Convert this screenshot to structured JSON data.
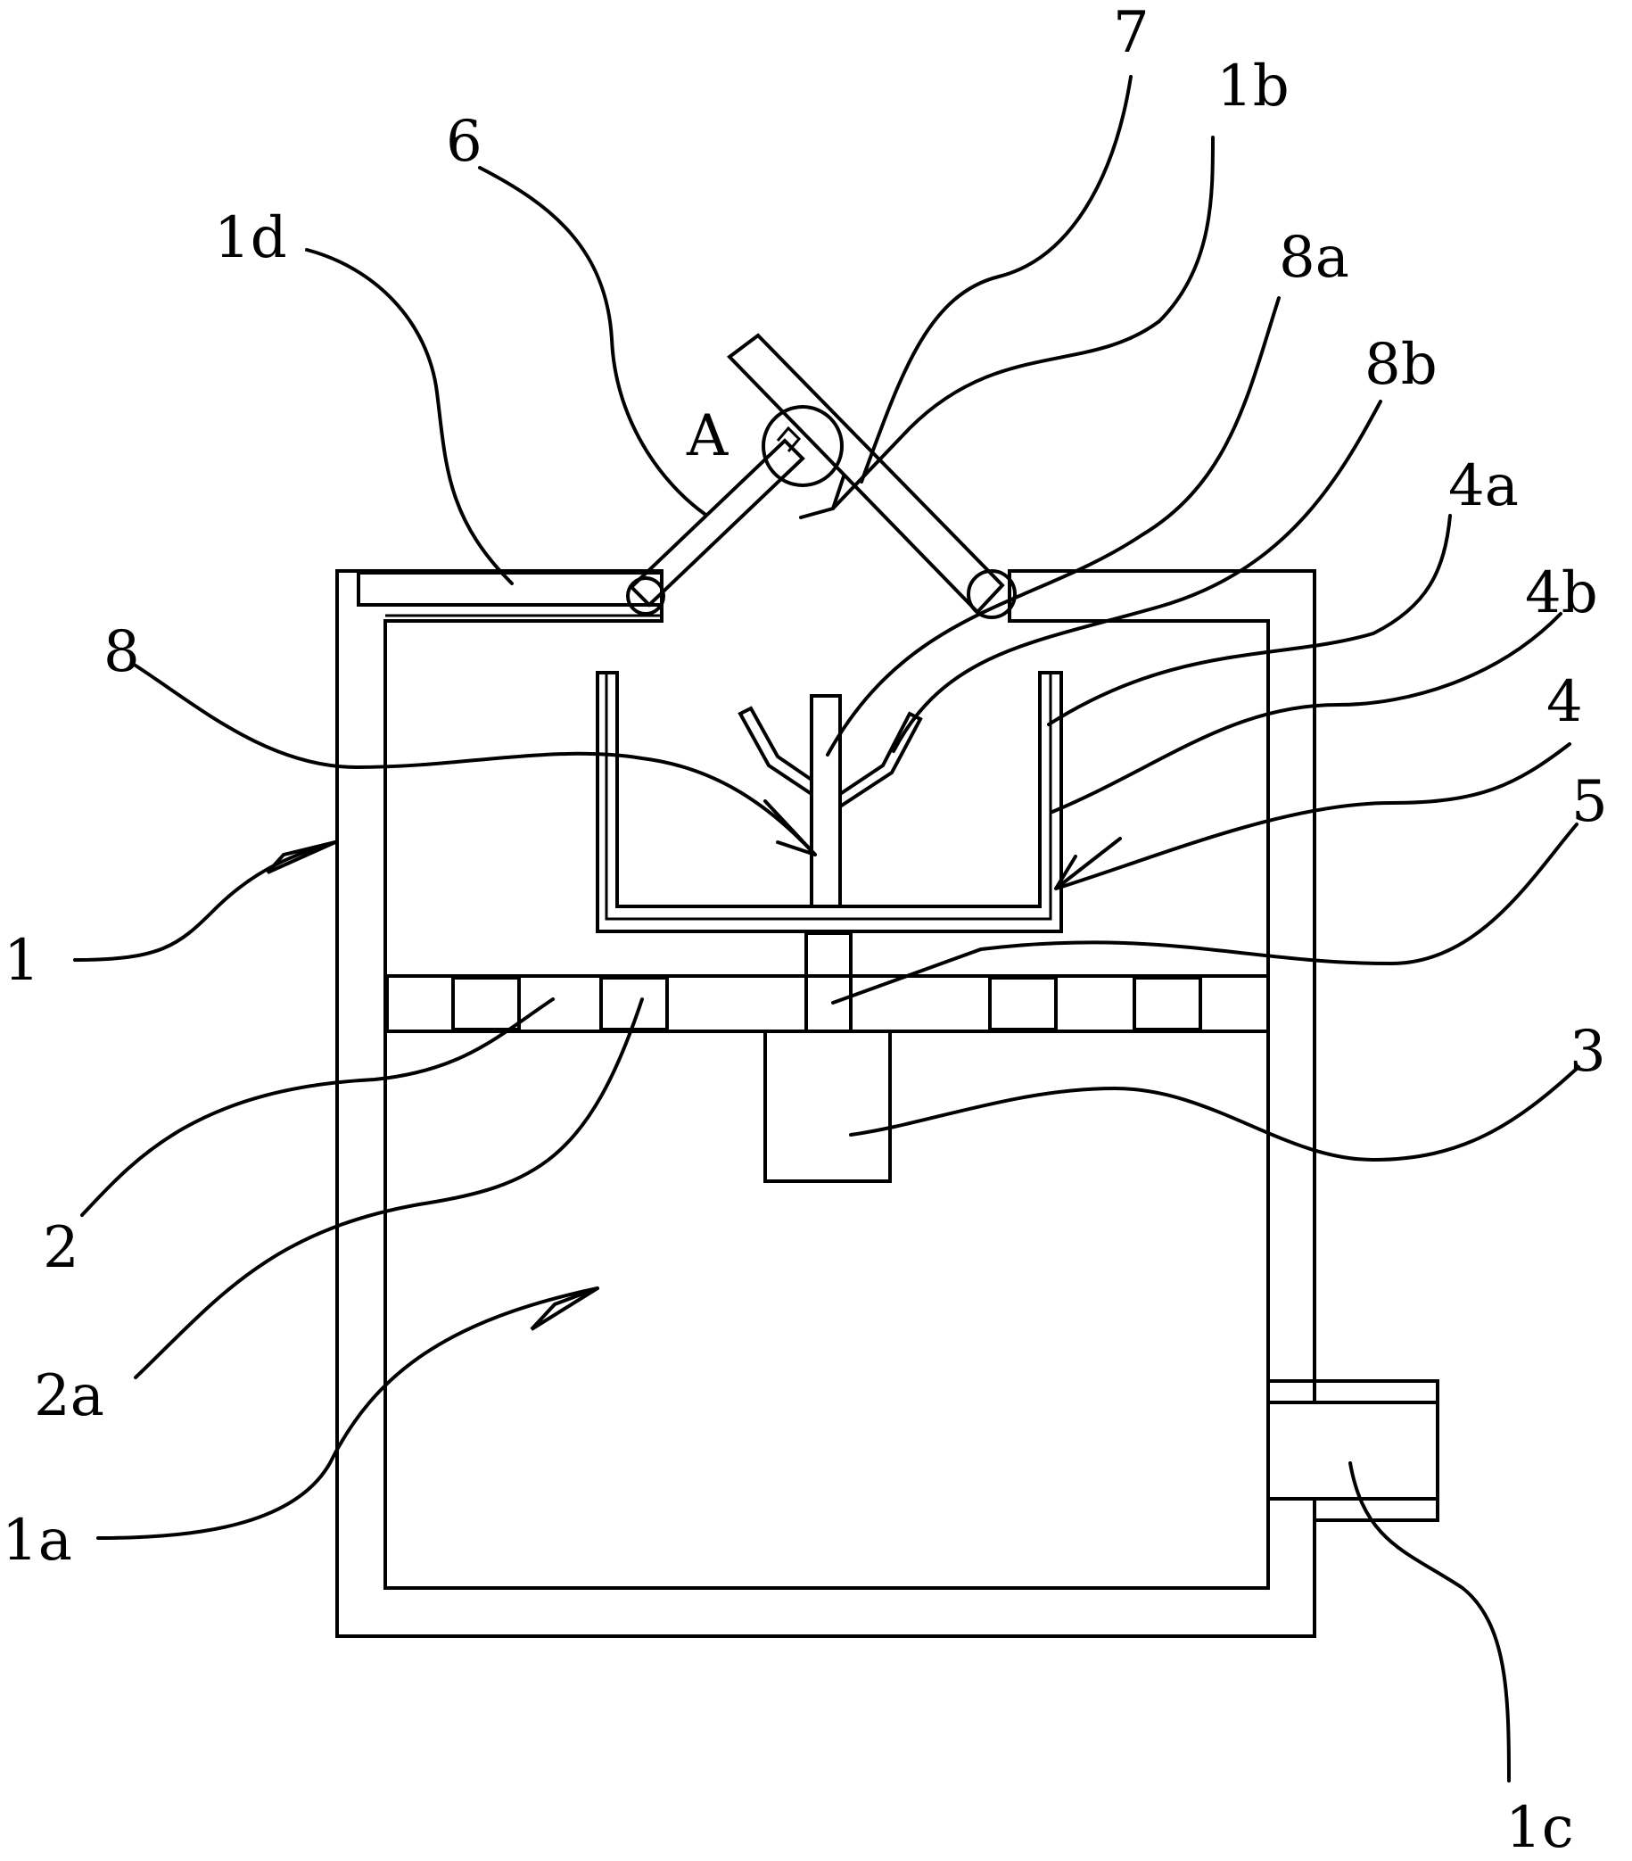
{
  "labels": {
    "l1": "1",
    "l1a": "1a",
    "l1b": "1b",
    "l1c": "1c",
    "l1d": "1d",
    "l2": "2",
    "l2a": "2a",
    "l3": "3",
    "l4": "4",
    "l4a": "4a",
    "l4b": "4b",
    "l5": "5",
    "l6": "6",
    "l7": "7",
    "l8": "8",
    "l8a": "8a",
    "l8b": "8b",
    "detail": "A"
  },
  "colors": {
    "line": "#000000",
    "background": "#ffffff"
  }
}
